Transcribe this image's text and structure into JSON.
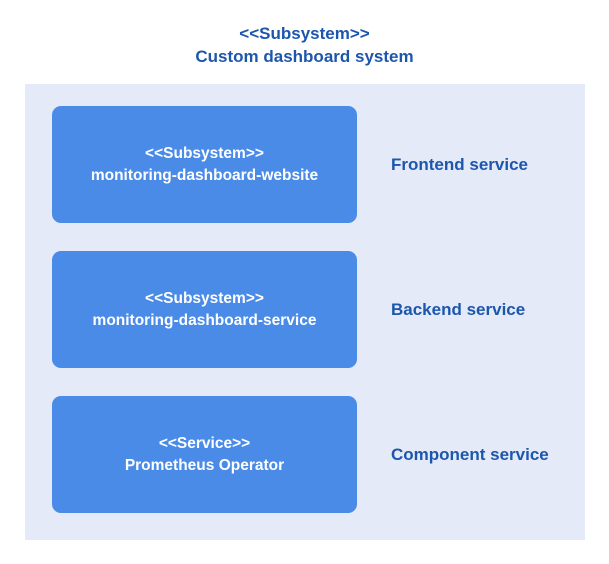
{
  "title": {
    "stereotype": "<<Subsystem>>",
    "name": "Custom dashboard system"
  },
  "rows": [
    {
      "stereotype": "<<Subsystem>>",
      "name": "monitoring-dashboard-website",
      "label": "Frontend service"
    },
    {
      "stereotype": "<<Subsystem>>",
      "name": "monitoring-dashboard-service",
      "label": "Backend service"
    },
    {
      "stereotype": "<<Service>>",
      "name": "Prometheus Operator",
      "label": "Component service"
    }
  ],
  "colors": {
    "box": "#4a8be8",
    "container": "#e4eaf8",
    "text": "#1c56ad",
    "box_text": "#ffffff"
  }
}
